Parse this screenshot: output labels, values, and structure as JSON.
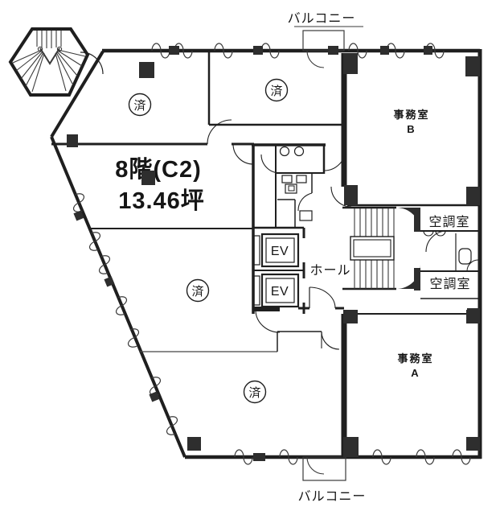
{
  "floor_plan": {
    "unit_label": {
      "line1": "8階(C2)",
      "line2": "13.46坪"
    },
    "balcony_top": "バルコニー",
    "balcony_bottom": "バルコニー",
    "office_b": {
      "name": "事務室",
      "suffix": "B"
    },
    "office_a": {
      "name": "事務室",
      "suffix": "A"
    },
    "hvac_room_upper": "空調室",
    "hvac_room_lower": "空調室",
    "hall": "ホール",
    "elevator_1": "EV",
    "elevator_2": "EV",
    "seals": {
      "s1": "済",
      "s2": "済",
      "s3": "済",
      "s4": "済"
    }
  },
  "colors": {
    "line": "#1f1f1f",
    "column": "#2e2e2e",
    "background": "#ffffff"
  }
}
